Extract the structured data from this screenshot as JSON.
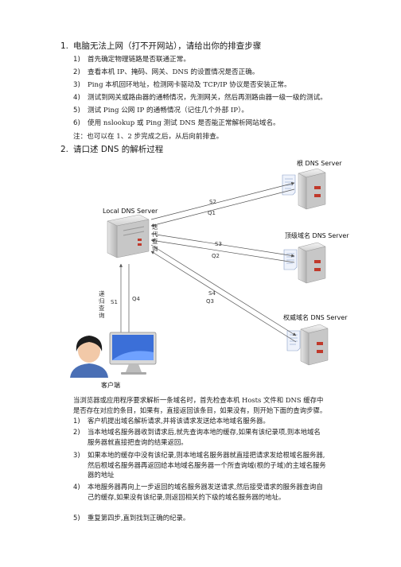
{
  "q1": {
    "num": "1.",
    "title": "电脑无法上网（打不开网站），请给出你的排查步骤",
    "steps": [
      {
        "n": "1)",
        "text": "首先确定物理链路是否联通正常。"
      },
      {
        "n": "2)",
        "text": "查看本机 IP、掩码、网关、DNS 的设置情况是否正确。"
      },
      {
        "n": "3)",
        "text": "Ping 本机回环地址，检测网卡驱动及 TCP/IP 协议是否安装正常。"
      },
      {
        "n": "4)",
        "text": "测试到网关或路由器的通畅情况，先测网关，然后再测路由器一级一级的测试。"
      },
      {
        "n": "5)",
        "text": "测试 Ping 公网 IP 的通畅情况（记住几个外部 IP）。"
      },
      {
        "n": "6)",
        "text": "使用 nslookup 或 Ping 测试 DNS 是否能正常解析网站域名。"
      }
    ],
    "note": "注：也可以在 1、2 步完成之后，从后向前排查。"
  },
  "q2": {
    "num": "2.",
    "title": "请口述 DNS 的解析过程"
  },
  "diagram": {
    "local_server": "Local DNS Server",
    "root_server": "根 DNS Server",
    "tld_server": "顶级域名 DNS Server",
    "auth_server": "权威域名 DNS Server",
    "client": "客户端",
    "iterative_label": [
      "迭",
      "代",
      "查",
      "询"
    ],
    "recursive_label": [
      "递",
      "归",
      "查",
      "询"
    ],
    "arrows": {
      "s1": "S1",
      "q1": "Q1",
      "s2": "S2",
      "q2": "Q2",
      "s3": "S3",
      "q3": "Q3",
      "s4": "S4",
      "q4": "Q4"
    }
  },
  "explain": {
    "intro": "当浏览器或应用程序要求解析一条域名时，首先检查本机 Hosts 文件和 DNS 缓存中是否存在对应的条目，如果有，直接返回该条目，如果没有，则开始下面的查询步骤。",
    "steps": [
      {
        "n": "1)",
        "text": "客户机提出域名解析请求,并将该请求发送给本地域名服务器。"
      },
      {
        "n": "2)",
        "text": "当本地域名服务器收到请求后,就先查询本地的缓存,如果有该纪录项,则本地域名服务器就直接把查询的结果返回。"
      },
      {
        "n": "3)",
        "text": "如果本地的缓存中没有该纪录,则本地域名服务器就直接把请求发给根域名服务器,然后根域名服务器再返回给本地域名服务器一个所查询域(根的子域)的主域名服务器的地址"
      },
      {
        "n": "4)",
        "text": "本地服务器再向上一步返回的域名服务器发送请求,然后接受请求的服务器查询自己的缓存,如果没有该纪录,则返回相关的下级的域名服务器的地址。"
      },
      {
        "n": "5)",
        "text": "重复第四步,直到找到正确的纪录。"
      }
    ]
  }
}
